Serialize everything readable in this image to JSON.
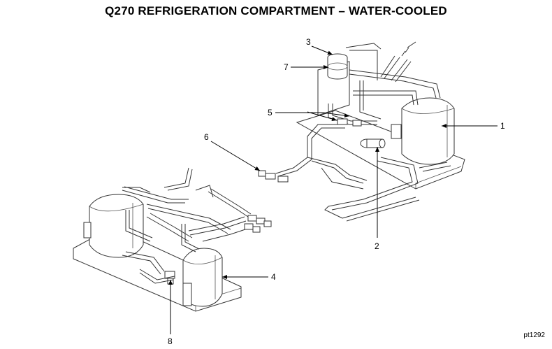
{
  "title": "Q270 REFRIGERATION COMPARTMENT – WATER-COOLED",
  "figure_id": "pt1292",
  "callouts": {
    "c1": "1",
    "c2": "2",
    "c3": "3",
    "c4": "4",
    "c5": "5",
    "c6": "6",
    "c7": "7",
    "c8": "8"
  }
}
